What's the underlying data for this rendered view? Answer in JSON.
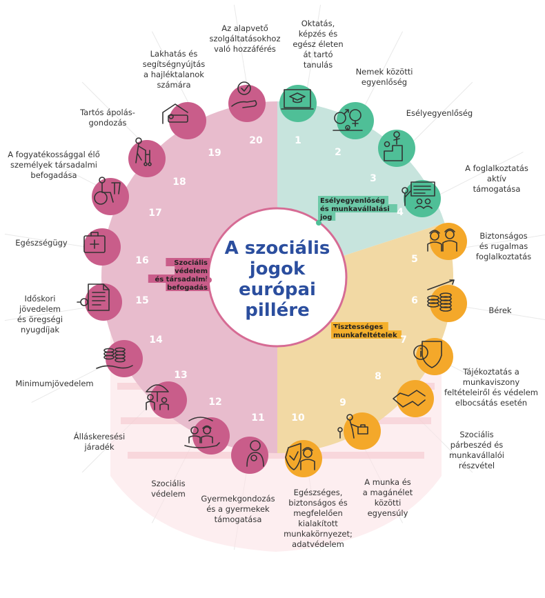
{
  "title_lines": [
    "A szociális",
    "jogok",
    "európai",
    "pillére"
  ],
  "chapters": [
    {
      "key": "equal",
      "lines": [
        "Esélyegyenlőség",
        "és munkavállalási",
        "jog"
      ],
      "color": "#4fbf97",
      "band": "#c7e4dd",
      "tagbg": "#6dc9a8"
    },
    {
      "key": "fair",
      "lines": [
        "Tisztességes",
        "munkafeltételek"
      ],
      "color": "#f4a82a",
      "band": "#f2d9a4",
      "tagbg": "#f4b02d"
    },
    {
      "key": "social",
      "lines": [
        "Szociális",
        "védelem",
        "és társadalmi",
        "befogadás"
      ],
      "color": "#c95d8a",
      "band": "#e8bccd",
      "tagbg": "#c95d8a"
    }
  ],
  "principles": [
    {
      "n": "1",
      "lines": [
        "Oktatás,",
        "képzés és",
        "egész életen",
        "át tartó",
        "tanulás"
      ],
      "icon": "education-icon"
    },
    {
      "n": "2",
      "lines": [
        "Nemek közötti",
        "egyenlőség"
      ],
      "icon": "gender-equality-icon"
    },
    {
      "n": "3",
      "lines": [
        "Esélyegyenlőség"
      ],
      "icon": "equal-opportunities-icon"
    },
    {
      "n": "4",
      "lines": [
        "A foglalkoztatás",
        "aktív",
        "támogatása"
      ],
      "icon": "employment-support-icon"
    },
    {
      "n": "5",
      "lines": [
        "Biztonságos",
        "és rugalmas",
        "foglalkoztatás"
      ],
      "icon": "workers-icon"
    },
    {
      "n": "6",
      "lines": [
        "Bérek"
      ],
      "icon": "wages-icon"
    },
    {
      "n": "7",
      "lines": [
        "Tájékoztatás a",
        "munkaviszony",
        "feltételeiről és védelem",
        "elbocsátás esetén"
      ],
      "icon": "info-shield-icon"
    },
    {
      "n": "8",
      "lines": [
        "Szociális",
        "párbeszéd és",
        "munkavállalói",
        "részvétel"
      ],
      "icon": "handshake-icon"
    },
    {
      "n": "9",
      "lines": [
        "A munka és",
        "a magánélet",
        "közötti",
        "egyensúly"
      ],
      "icon": "work-life-icon"
    },
    {
      "n": "10",
      "lines": [
        "Egészséges,",
        "biztonságos és",
        "megfelelően",
        "kialakított",
        "munkakörnyezet;",
        "adatvédelem"
      ],
      "icon": "safe-work-icon"
    },
    {
      "n": "11",
      "lines": [
        "Gyermekgondozás",
        "és a gyermekek",
        "támogatása"
      ],
      "icon": "childcare-icon"
    },
    {
      "n": "12",
      "lines": [
        "Szociális",
        "védelem"
      ],
      "icon": "social-protection-icon"
    },
    {
      "n": "13",
      "lines": [
        "Álláskeresési",
        "járadék"
      ],
      "icon": "umbrella-icon"
    },
    {
      "n": "14",
      "lines": [
        "Minimumjövedelem"
      ],
      "icon": "coins-hand-icon"
    },
    {
      "n": "15",
      "lines": [
        "Időskori",
        "jövedelem",
        "és öregségi",
        "nyugdíjak"
      ],
      "icon": "pension-document-icon"
    },
    {
      "n": "16",
      "lines": [
        "Egészségügy"
      ],
      "icon": "first-aid-icon"
    },
    {
      "n": "17",
      "lines": [
        "A fogyatékossággal élő",
        "személyek társadalmi",
        "befogadása"
      ],
      "icon": "wheelchair-icon"
    },
    {
      "n": "18",
      "lines": [
        "Tartós ápolás-",
        "gondozás"
      ],
      "icon": "elderly-walker-icon"
    },
    {
      "n": "19",
      "lines": [
        "Lakhatás és",
        "segítségnyújtás",
        "a hajléktalanok",
        "számára"
      ],
      "icon": "housing-icon"
    },
    {
      "n": "20",
      "lines": [
        "Az alapvető",
        "szolgáltatásokhoz",
        "való hozzáférés"
      ],
      "icon": "services-hand-icon"
    }
  ]
}
